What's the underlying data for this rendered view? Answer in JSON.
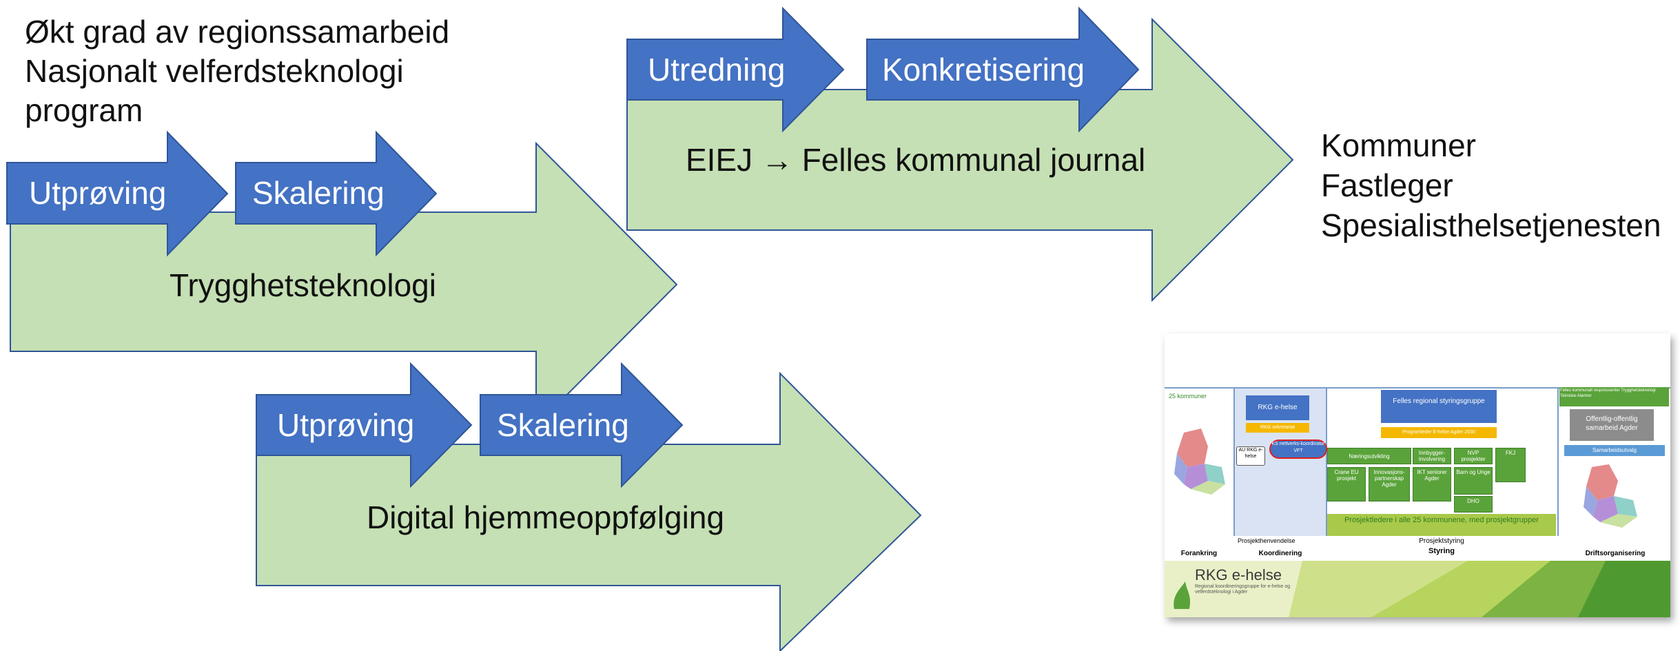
{
  "heading_lines": [
    "Økt grad av regionssamarbeid",
    "Nasjonalt velferdsteknologi",
    "program"
  ],
  "arrows": [
    {
      "label": "Trygghetsteknologi",
      "stages": [
        "Utprøving",
        "Skalering"
      ]
    },
    {
      "label": "EIEJ → Felles kommunal journal",
      "stages": [
        "Utredning",
        "Konkretisering"
      ]
    },
    {
      "label": "Digital hjemmeoppfølging",
      "stages": [
        "Utprøving",
        "Skalering"
      ]
    }
  ],
  "stakeholders": [
    "Kommuner",
    "Fastleger",
    "Spesialisthelsetjenesten"
  ],
  "colors": {
    "green_fill": "#c5e0b4",
    "green_stroke": "#2f5597",
    "blue_fill": "#4472c4",
    "blue_stroke": "#2f5597"
  },
  "thumbnail": {
    "kommuner": "25 kommuner",
    "rkg_ehelse": "RKG e-helse",
    "rkg_sekretariat": "RKG sekretariat",
    "au_rkg": "AU RKG e-helse",
    "ks_nettverk": "KS nettverks-koordinator VFT",
    "felles_styring": "Felles regional styringsgruppe",
    "programleder": "Programleder E-helse Agder 2030",
    "naeringsutvikling": "Næringsutvikling",
    "innbygger": "Innbygger-involvering",
    "nvp": "NVP prosjekter",
    "fkj": "FKJ",
    "crane": "Crane EU prosjekt",
    "innovasjon": "Innovasjons-partnerskap Agder",
    "ikt_seniorer": "IKT seniorer Agder",
    "barn_unge": "Barn og Unge",
    "dhg": "DHO",
    "prosjektledere": "Prosjektledere i alle 25 kommunene, med prosjektgrupper",
    "prosjektstyring": "Prosjektstyring",
    "prosjekthenvendelse": "Prosjekthenvendelse",
    "responssenter": "Felles kommunalt responssenter Trygghetsteknologi Tekniske Alarmer",
    "offentlig": "Offentlig-offentlig samarbeid Agder",
    "samarbeidsutvalg": "Samarbeidsutvalg",
    "forankring": "Forankring",
    "koordinering": "Koordinering",
    "styring": "Styring",
    "driftsorganisering": "Driftsorganisering",
    "logo_title": "RKG e-helse",
    "logo_sub": "Regional koordineringsgruppe for e-helse og velferdsteknologi i Agder"
  }
}
